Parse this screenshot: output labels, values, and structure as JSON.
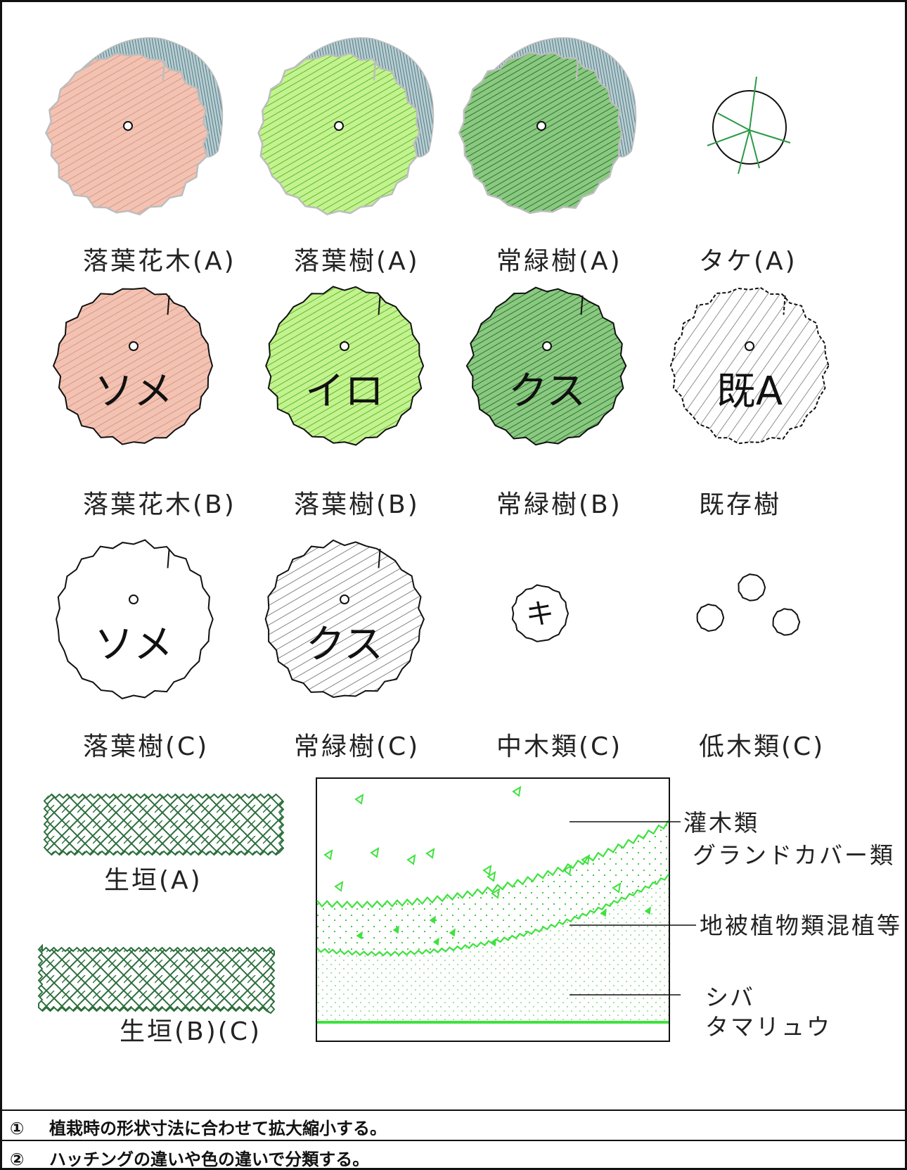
{
  "colors": {
    "pink": "#f2c3b3",
    "pink_hatch": "#d98a78",
    "lime": "#bdf08a",
    "lime_hatch": "#4fb51c",
    "green": "#86c47c",
    "green_hatch": "#237a2c",
    "shadow": "#5f8a93",
    "bright_green": "#3ee23e",
    "hedge": "#2c6e3c"
  },
  "trees": [
    {
      "label": "落葉花木(A)",
      "style": "pink",
      "shadow": true,
      "code": ""
    },
    {
      "label": "落葉樹(A)",
      "style": "lime",
      "shadow": true,
      "code": ""
    },
    {
      "label": "常緑樹(A)",
      "style": "green",
      "shadow": true,
      "code": ""
    },
    {
      "label": "タケ(A)",
      "style": "bamboo",
      "shadow": false,
      "code": ""
    },
    {
      "label": "落葉花木(B)",
      "style": "pink",
      "shadow": false,
      "code": "ソメ"
    },
    {
      "label": "落葉樹(B)",
      "style": "lime",
      "shadow": false,
      "code": "イロ"
    },
    {
      "label": "常緑樹(B)",
      "style": "green",
      "shadow": false,
      "code": "クス"
    },
    {
      "label": "既存樹",
      "style": "existing",
      "shadow": false,
      "code": "既A"
    },
    {
      "label": "落葉樹(C)",
      "style": "white",
      "shadow": false,
      "code": "ソメ"
    },
    {
      "label": "常緑樹(C)",
      "style": "grey",
      "shadow": false,
      "code": "クス"
    },
    {
      "label": "中木類(C)",
      "style": "small",
      "shadow": false,
      "code": "キ"
    },
    {
      "label": "低木類(C)",
      "style": "tiny",
      "shadow": false,
      "code": ""
    }
  ],
  "hedges": [
    {
      "label": "生垣(A)"
    },
    {
      "label": "生垣(B)(C)"
    }
  ],
  "ground_cover": {
    "labels": [
      "灌木類",
      "グランドカバー類",
      "地被植物類混植等",
      "シバ",
      "タマリュウ"
    ]
  },
  "notes": [
    {
      "num": "①",
      "text": "植栽時の形状寸法に合わせて拡大縮小する。"
    },
    {
      "num": "②",
      "text": "ハッチングの違いや色の違いで分類する。"
    }
  ]
}
